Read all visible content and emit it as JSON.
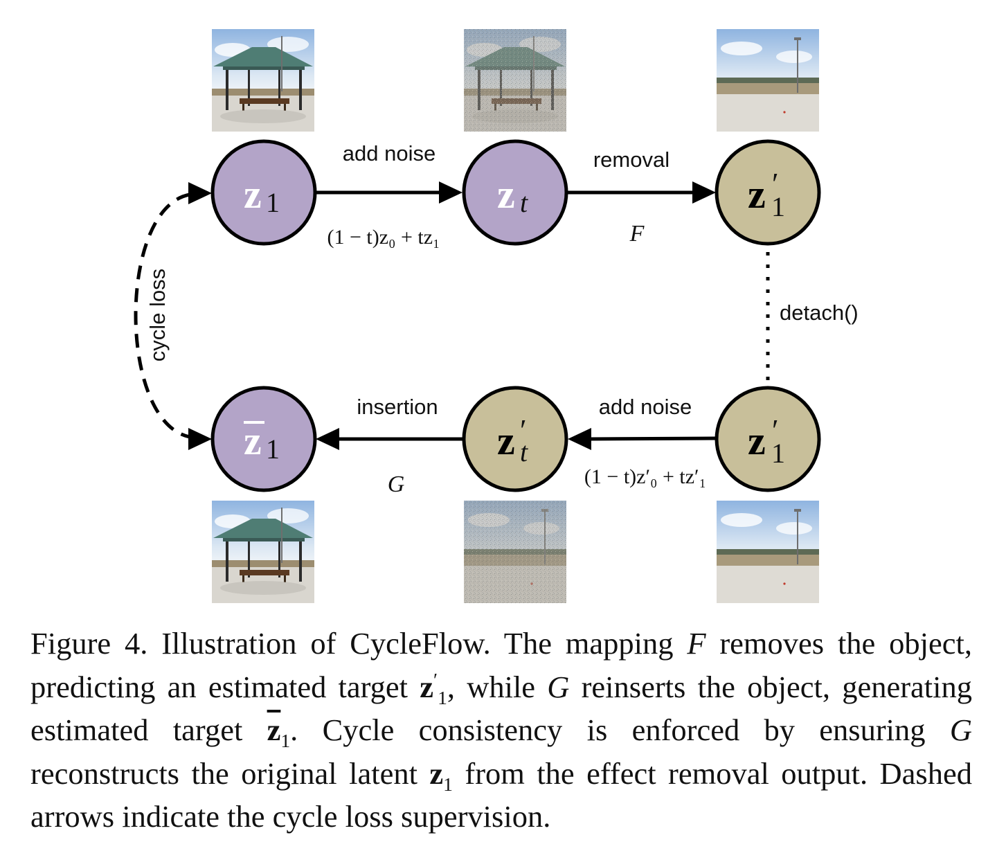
{
  "nodes": {
    "z1_top": {
      "symbol": "z",
      "sub": "1",
      "prime": "",
      "bar": false,
      "color": "#b3a4c8"
    },
    "zt_top": {
      "symbol": "z",
      "sub": "t",
      "prime": "",
      "bar": false,
      "color": "#b3a4c8"
    },
    "z1p_top": {
      "symbol": "z",
      "sub": "1",
      "prime": "′",
      "bar": false,
      "color": "#c8bf9a"
    },
    "z1bar": {
      "symbol": "z",
      "sub": "1",
      "prime": "",
      "bar": true,
      "color": "#b3a4c8"
    },
    "ztp": {
      "symbol": "z",
      "sub": "t",
      "prime": "′",
      "bar": false,
      "color": "#c8bf9a"
    },
    "z1p_bot": {
      "symbol": "z",
      "sub": "1",
      "prime": "′",
      "bar": false,
      "color": "#c8bf9a"
    }
  },
  "labels": {
    "add_noise_top": "add noise",
    "removal": "removal",
    "F": "F",
    "formula_top": "(1 − t)z₀ + tz₁",
    "detach": "detach()",
    "cycle_loss": "cycle loss",
    "insertion": "insertion",
    "add_noise_bottom": "add noise",
    "G": "G",
    "formula_bottom": "(1 − t)z′₀ + tz′₁"
  },
  "images": {
    "top_1": "pavilion-photo",
    "top_2": "noisy-pavilion-photo",
    "top_3": "empty-lot-photo",
    "bottom_1": "pavilion-photo",
    "bottom_2": "noisy-empty-lot-photo",
    "bottom_3": "empty-lot-photo"
  },
  "caption": {
    "figure_label": "Figure 4.",
    "p1": "Illustration of CycleFlow. The mapping ",
    "F": "F",
    "p2": " removes the object, predicting an estimated target ",
    "p3": ", while ",
    "G": "G",
    "p4": " reinserts the object, generating estimated target ",
    "p5": ". Cycle consistency is enforced by ensuring ",
    "p6": " reconstructs the original latent ",
    "p7": " from the effect removal output. Dashed arrows indicate the cycle loss supervision."
  }
}
